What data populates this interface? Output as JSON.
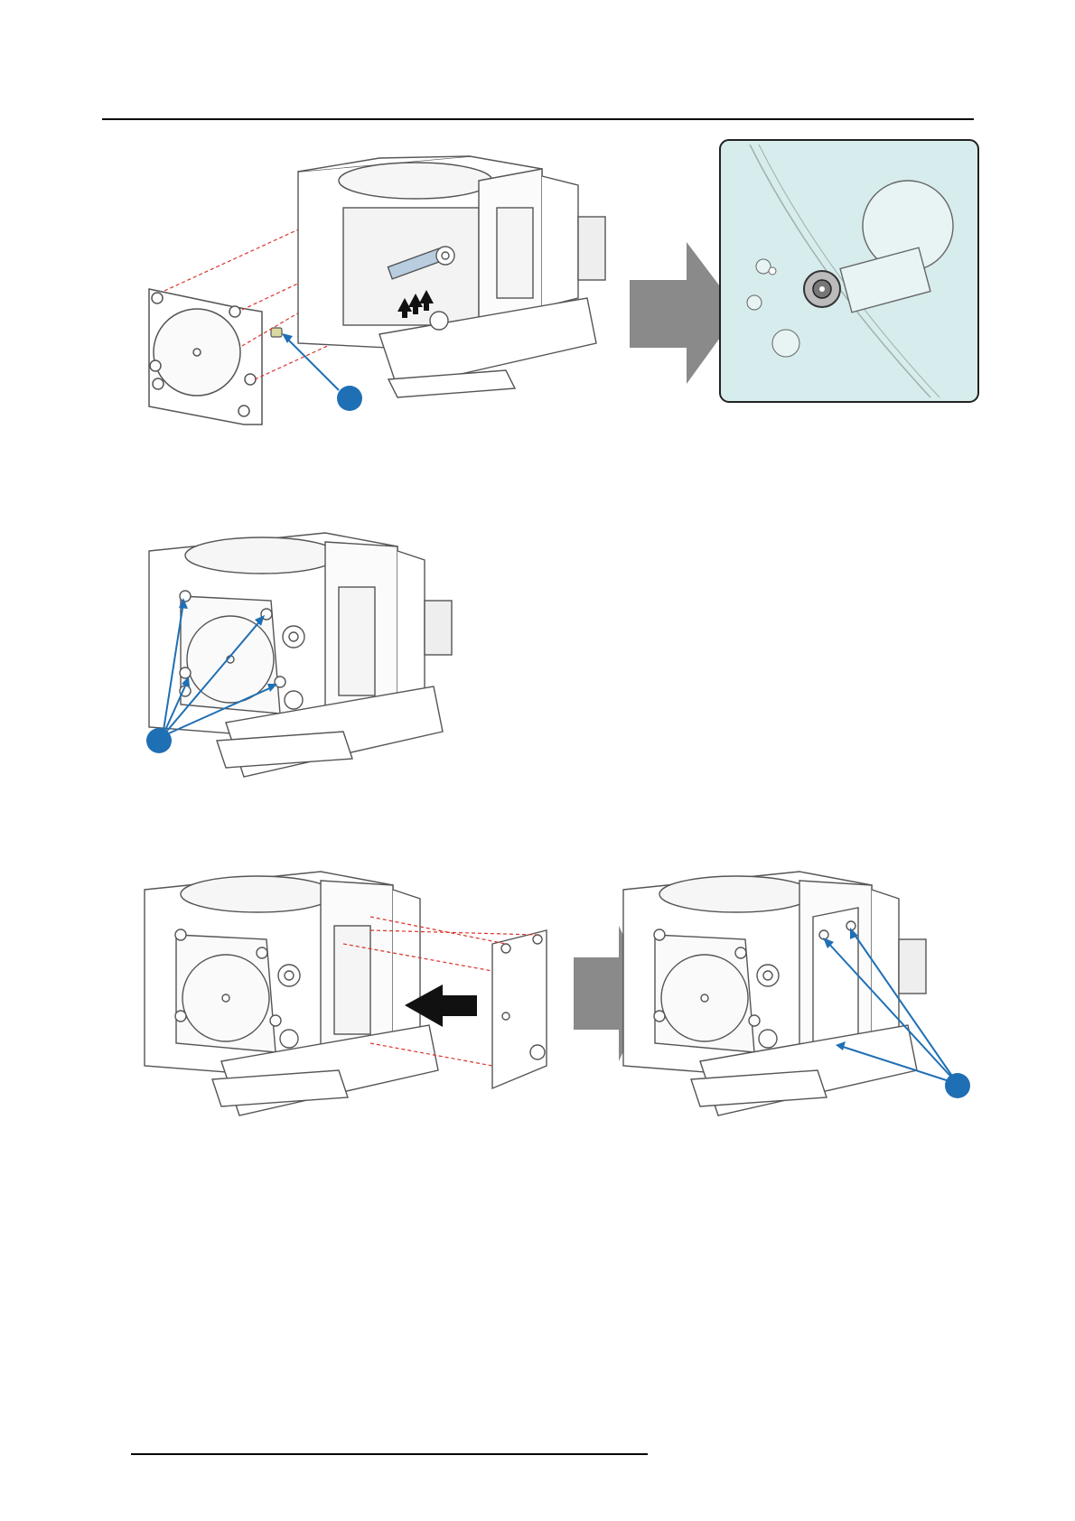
{
  "page": {
    "background": "#ffffff"
  },
  "colors": {
    "callout": "#1f6fb4",
    "arrow_grey": "#8a8a8a",
    "dashed_red": "#d9342b",
    "inset_bg": "#d7ecec",
    "line": "#555555"
  },
  "figures": {
    "top": {
      "callout_label": "",
      "icon": "screw-exploded-view"
    },
    "middle": {
      "callout_label": "",
      "icon": "cover-screws-view"
    },
    "bottom": {
      "callout_label": "",
      "icon": "side-plate-mount-view"
    }
  }
}
